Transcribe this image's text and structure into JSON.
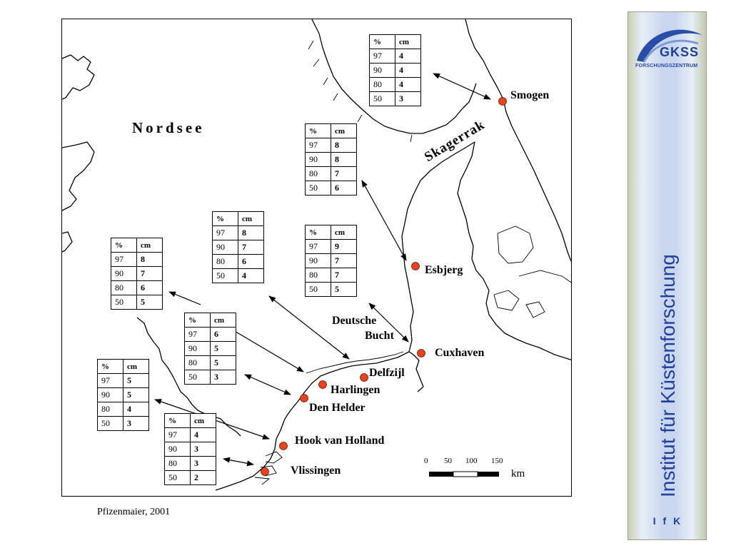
{
  "map": {
    "sea_label": "Nordsee",
    "strait_label": "Skagerrak",
    "bight_label_1": "Deutsche",
    "bight_label_2": "Bucht",
    "accent_color": "#e8431f"
  },
  "stations": [
    {
      "name": "Smogen"
    },
    {
      "name": "Esbjerg"
    },
    {
      "name": "Cuxhaven"
    },
    {
      "name": "Delfzijl"
    },
    {
      "name": "Harlingen"
    },
    {
      "name": "Den Helder"
    },
    {
      "name": "Hook van Holland"
    },
    {
      "name": "Vlissingen"
    }
  ],
  "table_header": {
    "pct": "%",
    "unit": "cm"
  },
  "tables": [
    {
      "rows": [
        [
          "97",
          "4"
        ],
        [
          "90",
          "4"
        ],
        [
          "80",
          "4"
        ],
        [
          "50",
          "3"
        ]
      ]
    },
    {
      "rows": [
        [
          "97",
          "8"
        ],
        [
          "90",
          "8"
        ],
        [
          "80",
          "7"
        ],
        [
          "50",
          "6"
        ]
      ]
    },
    {
      "rows": [
        [
          "97",
          "9"
        ],
        [
          "90",
          "7"
        ],
        [
          "80",
          "7"
        ],
        [
          "50",
          "5"
        ]
      ]
    },
    {
      "rows": [
        [
          "97",
          "8"
        ],
        [
          "90",
          "7"
        ],
        [
          "80",
          "6"
        ],
        [
          "50",
          "4"
        ]
      ]
    },
    {
      "rows": [
        [
          "97",
          "8"
        ],
        [
          "90",
          "7"
        ],
        [
          "80",
          "6"
        ],
        [
          "50",
          "5"
        ]
      ]
    },
    {
      "rows": [
        [
          "97",
          "6"
        ],
        [
          "90",
          "5"
        ],
        [
          "80",
          "5"
        ],
        [
          "50",
          "3"
        ]
      ]
    },
    {
      "rows": [
        [
          "97",
          "5"
        ],
        [
          "90",
          "5"
        ],
        [
          "80",
          "4"
        ],
        [
          "50",
          "3"
        ]
      ]
    },
    {
      "rows": [
        [
          "97",
          "4"
        ],
        [
          "90",
          "3"
        ],
        [
          "80",
          "3"
        ],
        [
          "50",
          "2"
        ]
      ]
    }
  ],
  "scale": {
    "ticks": [
      "0",
      "50",
      "100",
      "150"
    ],
    "unit": "km"
  },
  "citation": "Pfizenmaier, 2001",
  "sidebar": {
    "logo_text": "GKSS",
    "logo_subtext": "FORSCHUNGSZENTRUM",
    "institute": "Institut für Küstenforschung",
    "abbrev": "I f K",
    "brand_color": "#1f3f9b"
  }
}
